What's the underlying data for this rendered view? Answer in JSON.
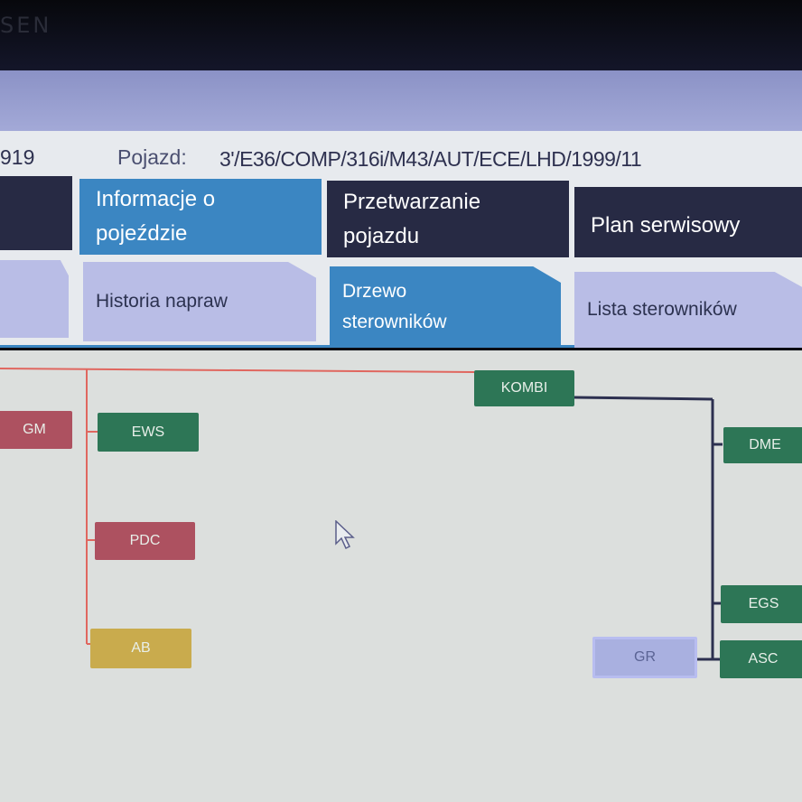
{
  "monitor": {
    "brand_partial": "SEN"
  },
  "header": {
    "id_partial": "919",
    "vehicle_label": "Pojazd:",
    "vehicle_value": "3'/E36/COMP/316i/M43/AUT/ECE/LHD/1999/11"
  },
  "main_tabs": [
    {
      "label": ""
    },
    {
      "label": "Informacje o pojeździe",
      "active": true
    },
    {
      "label": "Przetwarzanie pojazdu"
    },
    {
      "label": "Plan serwisowy"
    }
  ],
  "sub_tabs": [
    {
      "label": ""
    },
    {
      "label": "Historia napraw"
    },
    {
      "label": "Drzewo sterowników",
      "active": true
    },
    {
      "label": "Lista sterowników"
    }
  ],
  "tree": {
    "nodes": {
      "gm": "GM",
      "ews": "EWS",
      "pdc": "PDC",
      "ab": "AB",
      "kombi": "KOMBI",
      "dme": "DME",
      "egs": "EGS",
      "asc": "ASC",
      "gr": "GR"
    },
    "colors": {
      "ok": "#2d7656",
      "error": "#ad5160",
      "warning": "#c9ab4d",
      "unreachable": "#a9b0e0",
      "bus_red": "#e0675f",
      "bus_dark": "#2d3050"
    }
  }
}
